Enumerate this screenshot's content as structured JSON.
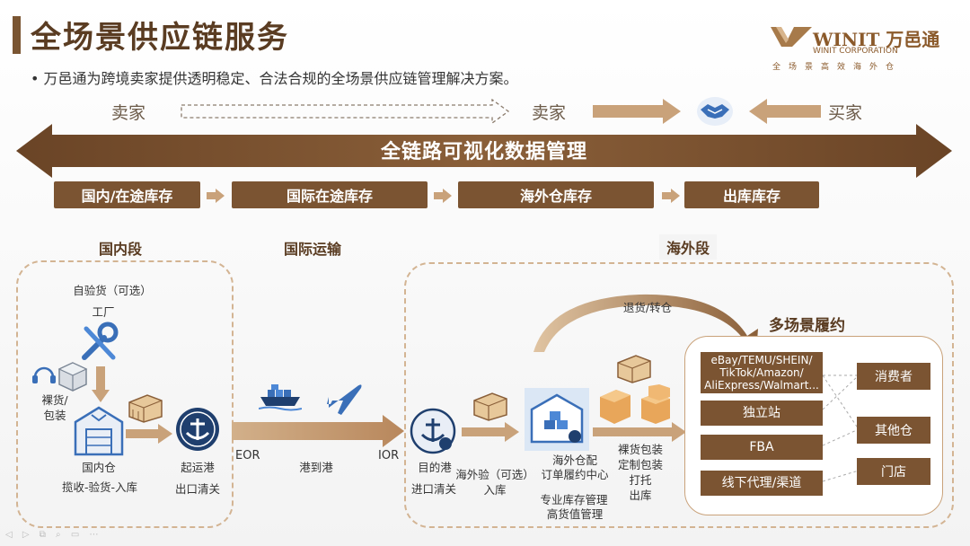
{
  "header": {
    "title": "全场景供应链服务",
    "logo_main": "WINIT 万邑通",
    "logo_sub": "WINIT CORPORATION",
    "logo_tag": "全场景高效海外仓",
    "subtitle": "• 万邑通为跨境卖家提供透明稳定、合法合规的全场景供应链管理解决方案。"
  },
  "trade_flow": {
    "seller_left": "卖家",
    "seller_right": "卖家",
    "buyer": "买家"
  },
  "banner": {
    "label": "全链路可视化数据管理"
  },
  "inventory_stages": [
    "国内/在途库存",
    "国际在途库存",
    "海外仓库存",
    "出库库存"
  ],
  "sections": {
    "domestic": "国内段",
    "international": "国际运输",
    "overseas": "海外段",
    "fulfillment": "多场景履约"
  },
  "domestic": {
    "self_inspect": "自验货（可选）",
    "factory": "工厂",
    "bare_pack": "裸货/\n包装",
    "warehouse": "国内仓",
    "warehouse_steps": "揽收-验货-入库",
    "port": "起运港",
    "customs": "出口清关"
  },
  "international": {
    "eor": "EOR",
    "ior": "IOR",
    "route": "港到港"
  },
  "overseas": {
    "dest_port": "目的港",
    "import_customs": "进口清关",
    "inspect": "海外验（可选）\n入库",
    "return": "退货/转仓",
    "center_1": "海外仓配",
    "center_2": "订单履约中心",
    "mgmt_1": "专业库存管理",
    "mgmt_2": "高货值管理",
    "pack_1": "裸货包装",
    "pack_2": "定制包装",
    "pack_3": "打托",
    "pack_4": "出库"
  },
  "channels": [
    "eBay/TEMU/SHEIN/\nTikTok/Amazon/\nAliExpress/Walmart...",
    "独立站",
    "FBA",
    "线下代理/渠道"
  ],
  "destinations": [
    "消费者",
    "其他仓",
    "门店"
  ],
  "colors": {
    "brand": "#7b5432",
    "accent": "#c9a27a",
    "dashed": "#d3b493"
  }
}
